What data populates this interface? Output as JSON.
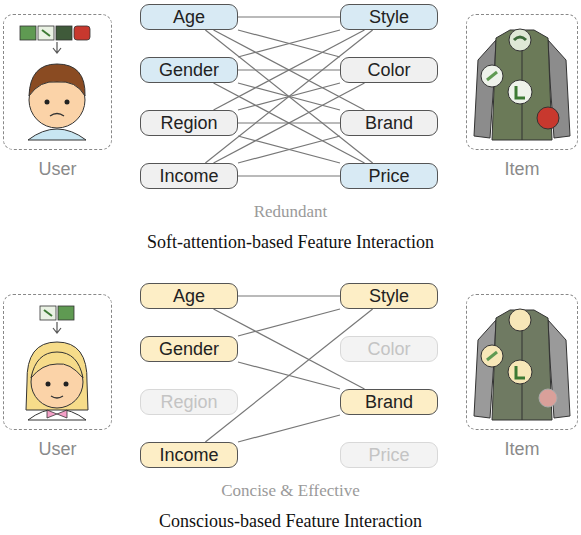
{
  "diagram": {
    "nodes": [
      {
        "text": [
          "User"
        ]
      },
      {
        "text": [
          "Age"
        ]
      },
      {
        "text": [
          "Gender"
        ]
      },
      {
        "text": [
          "Region"
        ]
      },
      {
        "text": [
          "Income"
        ]
      },
      {
        "text": [
          "Style"
        ]
      },
      {
        "text": [
          "Color"
        ]
      },
      {
        "text": [
          "Brand"
        ]
      },
      {
        "text": [
          "Price"
        ]
      },
      {
        "text": [
          "Item"
        ]
      },
      {
        "text": [
          "User"
        ]
      },
      {
        "text": [
          "Age"
        ]
      },
      {
        "text": [
          "Gender"
        ]
      },
      {
        "text": [
          "Region"
        ]
      },
      {
        "text": [
          "Income"
        ]
      },
      {
        "text": [
          "Style"
        ]
      },
      {
        "text": [
          "Color"
        ]
      },
      {
        "text": [
          "Brand"
        ]
      },
      {
        "text": [
          "Price"
        ]
      },
      {
        "text": [
          "Item"
        ]
      }
    ],
    "edges": [
      {
        "from": 1,
        "to": 5,
        "arrow": "none"
      },
      {
        "from": 1,
        "to": 6,
        "arrow": "none"
      },
      {
        "from": 1,
        "to": 7,
        "arrow": "none"
      },
      {
        "from": 1,
        "to": 8,
        "arrow": "none"
      },
      {
        "from": 2,
        "to": 5,
        "arrow": "none"
      },
      {
        "from": 2,
        "to": 6,
        "arrow": "none"
      },
      {
        "from": 2,
        "to": 7,
        "arrow": "none"
      },
      {
        "from": 2,
        "to": 8,
        "arrow": "none"
      },
      {
        "from": 3,
        "to": 5,
        "arrow": "none"
      },
      {
        "from": 3,
        "to": 6,
        "arrow": "none"
      },
      {
        "from": 3,
        "to": 7,
        "arrow": "none"
      },
      {
        "from": 3,
        "to": 8,
        "arrow": "none"
      },
      {
        "from": 4,
        "to": 5,
        "arrow": "none"
      },
      {
        "from": 4,
        "to": 6,
        "arrow": "none"
      },
      {
        "from": 4,
        "to": 7,
        "arrow": "none"
      },
      {
        "from": 4,
        "to": 8,
        "arrow": "none"
      },
      {
        "from": 11,
        "to": 15,
        "arrow": "none"
      },
      {
        "from": 11,
        "to": 17,
        "arrow": "none"
      },
      {
        "from": 12,
        "to": 15,
        "arrow": "none"
      },
      {
        "from": 12,
        "to": 17,
        "arrow": "none"
      },
      {
        "from": 14,
        "to": 15,
        "arrow": "none"
      },
      {
        "from": 14,
        "to": 17,
        "arrow": "none"
      }
    ],
    "labels": [
      "Redundant",
      "Soft-attention-based Feature Interaction",
      "Concise & Effective",
      "Conscious-based Feature Interaction"
    ]
  }
}
